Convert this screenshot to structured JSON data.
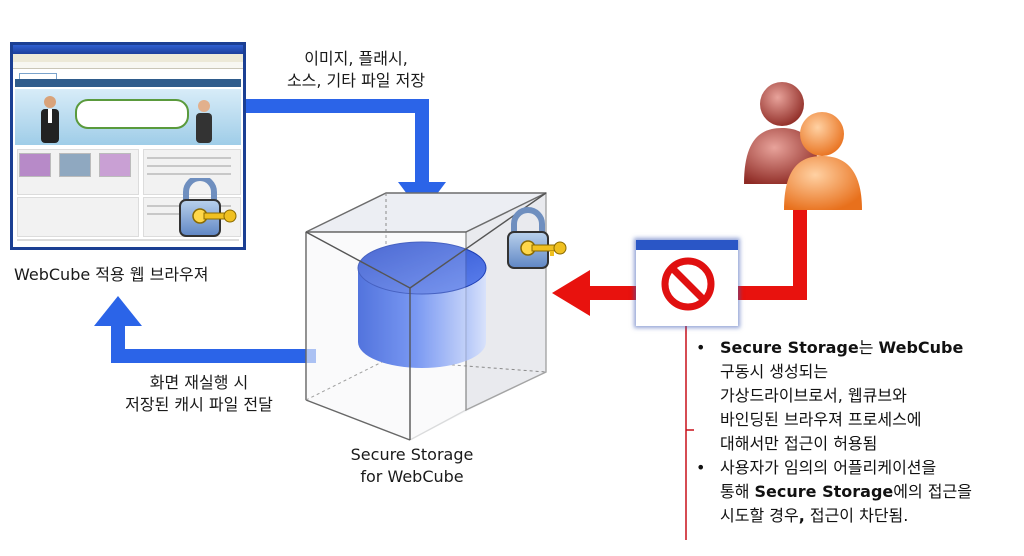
{
  "labels": {
    "upload_line1": "이미지, 플래시,",
    "upload_line2": "소스, 기타 파일 저장",
    "browser_caption": "WebCube 적용 웹 브라우져",
    "replay_line1": "화면 재실행 시",
    "replay_line2": "저장된 캐시 파일 전달",
    "storage_line1": "Secure Storage",
    "storage_line2": "for WebCube"
  },
  "bullets": [
    {
      "lines": [
        [
          {
            "t": "Secure Storage",
            "b": true
          },
          {
            "t": "는 ",
            "b": false
          },
          {
            "t": "WebCube",
            "b": true
          }
        ],
        [
          {
            "t": "구동시 생성되는",
            "b": false
          }
        ],
        [
          {
            "t": "가상드라이브로서, 웹큐브와",
            "b": false
          }
        ],
        [
          {
            "t": "바인딩된 브라우져 프로세스에",
            "b": false
          }
        ],
        [
          {
            "t": "대해서만 접근이 허용됨",
            "b": false
          }
        ]
      ]
    },
    {
      "lines": [
        [
          {
            "t": "사용자가 임의의 어플리케이션을",
            "b": false
          }
        ],
        [
          {
            "t": "통해 ",
            "b": false
          },
          {
            "t": "Secure Storage",
            "b": true
          },
          {
            "t": "에의 접근을",
            "b": false
          }
        ],
        [
          {
            "t": "시도할 경우",
            "b": false
          },
          {
            "t": ",",
            "b": true
          },
          {
            "t": " 접근이 차단됨.",
            "b": false
          }
        ]
      ]
    }
  ],
  "bullet_glyph": "•",
  "colors": {
    "blue_arrow": "#2b64e8",
    "red_arrow": "#e8120e",
    "browser_frame": "#1b3f93",
    "storage_cylinder": "#3a63e0"
  },
  "icons": {
    "lock": "padlock-with-key-icon",
    "users": "users-group-icon",
    "forbidden": "no-entry-sign-icon"
  }
}
